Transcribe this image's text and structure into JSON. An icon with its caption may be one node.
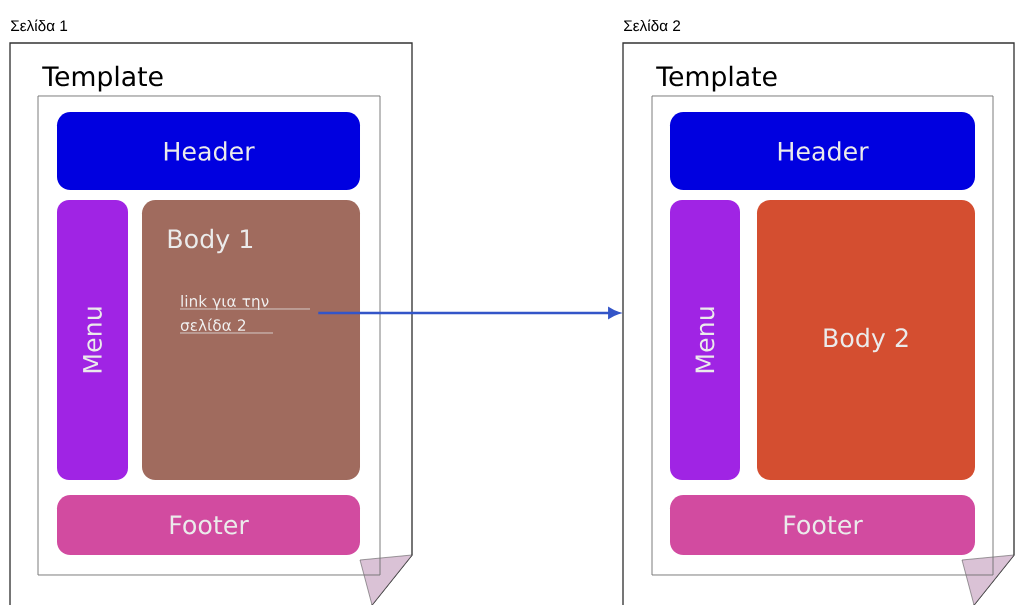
{
  "diagram": {
    "nodes": [
      {
        "text": [
          "Σελίδα 1"
        ]
      },
      {
        "text": [
          "Template"
        ],
        "in": 0
      },
      {
        "text": [
          "Header"
        ],
        "in": 1
      },
      {
        "text": [
          "Menu"
        ],
        "in": 1
      },
      {
        "text": [
          "Body 1"
        ],
        "in": 1
      },
      {
        "text": [
          "link για την σελίδα 2"
        ],
        "in": 4
      },
      {
        "text": [
          "Footer"
        ],
        "in": 1
      },
      {
        "text": [
          "Σελίδα 2"
        ]
      },
      {
        "text": [
          "Template"
        ],
        "in": 7
      },
      {
        "text": [
          "Header"
        ],
        "in": 8
      },
      {
        "text": [
          "Menu"
        ],
        "in": 8
      },
      {
        "text": [
          "Body 2"
        ],
        "in": 8
      },
      {
        "text": [
          "Footer"
        ],
        "in": 8
      }
    ],
    "edges": [
      {
        "from": 5,
        "to": 7,
        "arrow": "to"
      }
    ]
  }
}
